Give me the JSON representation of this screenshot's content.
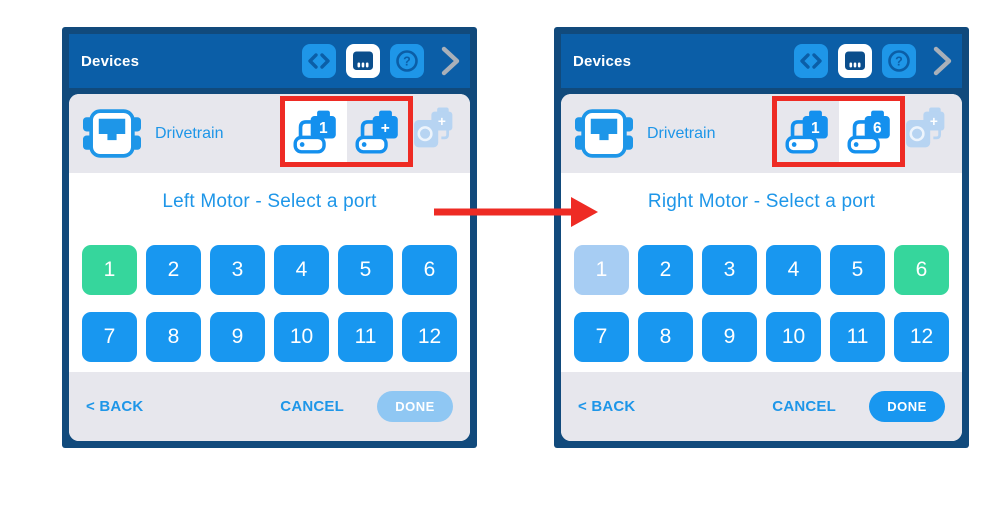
{
  "colors": {
    "panel_border": "#114A7C",
    "header_bg": "#0B5EA7",
    "accent_blue": "#1E96E8",
    "port_blue": "#1897F0",
    "port_green": "#36D69C",
    "port_used_blue": "#A7CDF3",
    "row_gray": "#E7E7ED",
    "done_disabled": "#8FC7F3",
    "highlight_red": "#EE2B24",
    "chevron_gray": "#A9B0B9"
  },
  "panels": [
    {
      "header": {
        "title": "Devices",
        "icons": [
          "code-icon",
          "brain-icon",
          "help-icon",
          "chevron-right-icon"
        ]
      },
      "device_row": {
        "label": "Drivetrain",
        "motor_tabs": [
          {
            "badge": "1",
            "selected": true
          },
          {
            "badge": "+",
            "selected": false
          }
        ],
        "disabled_tab_badge": "+"
      },
      "title": "Left Motor - Select a port",
      "ports": [
        {
          "label": "1",
          "state": "selected"
        },
        {
          "label": "2",
          "state": "available"
        },
        {
          "label": "3",
          "state": "available"
        },
        {
          "label": "4",
          "state": "available"
        },
        {
          "label": "5",
          "state": "available"
        },
        {
          "label": "6",
          "state": "available"
        },
        {
          "label": "7",
          "state": "available"
        },
        {
          "label": "8",
          "state": "available"
        },
        {
          "label": "9",
          "state": "available"
        },
        {
          "label": "10",
          "state": "available"
        },
        {
          "label": "11",
          "state": "available"
        },
        {
          "label": "12",
          "state": "available"
        }
      ],
      "footer": {
        "back_label": "< BACK",
        "cancel_label": "CANCEL",
        "done_label": "DONE",
        "done_enabled": false
      }
    },
    {
      "header": {
        "title": "Devices",
        "icons": [
          "code-icon",
          "brain-icon",
          "help-icon",
          "chevron-right-icon"
        ]
      },
      "device_row": {
        "label": "Drivetrain",
        "motor_tabs": [
          {
            "badge": "1",
            "selected": false
          },
          {
            "badge": "6",
            "selected": true
          }
        ],
        "disabled_tab_badge": "+"
      },
      "title": "Right Motor - Select a port",
      "ports": [
        {
          "label": "1",
          "state": "used"
        },
        {
          "label": "2",
          "state": "available"
        },
        {
          "label": "3",
          "state": "available"
        },
        {
          "label": "4",
          "state": "available"
        },
        {
          "label": "5",
          "state": "available"
        },
        {
          "label": "6",
          "state": "selected"
        },
        {
          "label": "7",
          "state": "available"
        },
        {
          "label": "8",
          "state": "available"
        },
        {
          "label": "9",
          "state": "available"
        },
        {
          "label": "10",
          "state": "available"
        },
        {
          "label": "11",
          "state": "available"
        },
        {
          "label": "12",
          "state": "available"
        }
      ],
      "footer": {
        "back_label": "< BACK",
        "cancel_label": "CANCEL",
        "done_label": "DONE",
        "done_enabled": true
      }
    }
  ],
  "annotations": {
    "arrow_color": "#EE2B24",
    "highlight_box_color": "#EE2B24"
  }
}
